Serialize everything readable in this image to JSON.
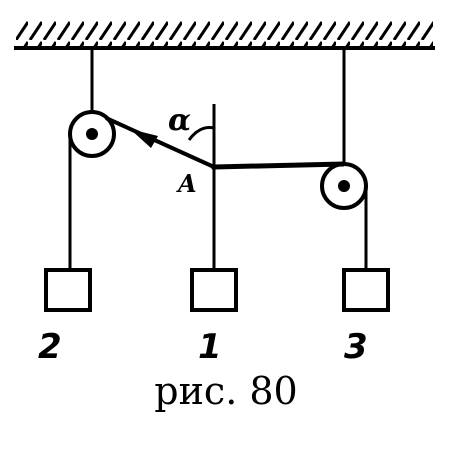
{
  "diagram": {
    "point_label": "A",
    "angle_label": "α",
    "masses": [
      {
        "id": "mass-1",
        "label": "1"
      },
      {
        "id": "mass-2",
        "label": "2"
      },
      {
        "id": "mass-3",
        "label": "3"
      }
    ],
    "caption": "рис. 80"
  },
  "colors": {
    "ink": "#000000",
    "background": "#ffffff"
  }
}
